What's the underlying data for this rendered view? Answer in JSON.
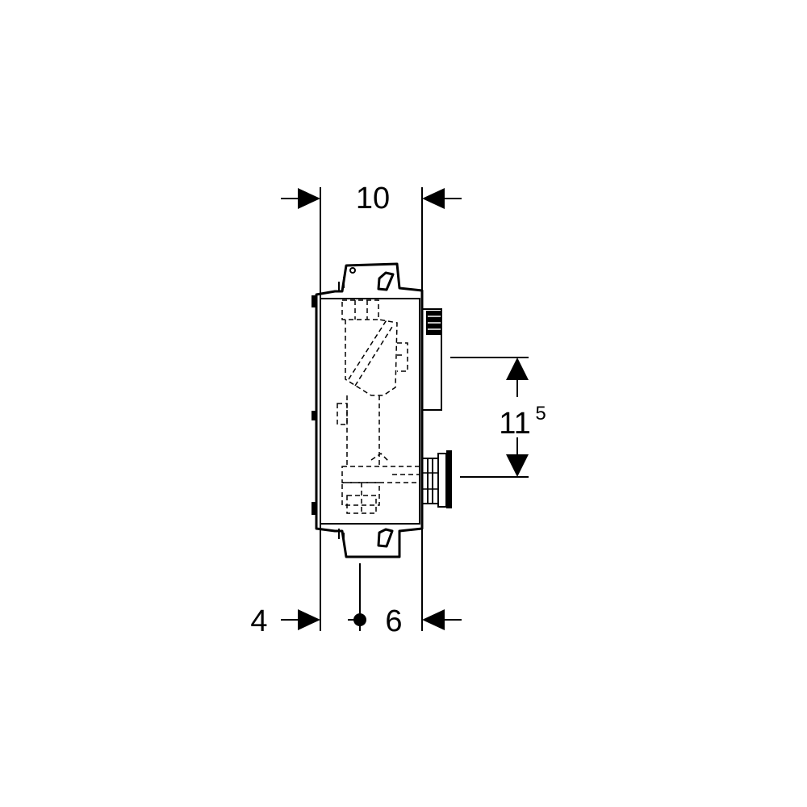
{
  "dimensions": {
    "top_width": "10",
    "bottom_left": "4",
    "bottom_right": "6",
    "height_main": "11",
    "height_superscript": "5"
  },
  "colors": {
    "line": "#000000",
    "background": "#ffffff"
  }
}
